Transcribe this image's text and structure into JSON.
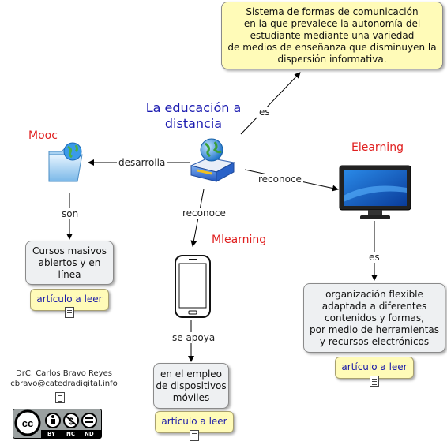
{
  "central": {
    "title": "La educación a\ndistancia"
  },
  "definition": {
    "text": "Sistema de formas de comunicación\nen la que prevalece la autonomía del\nestudiante mediante una variedad\nde medios de enseñanza que disminuyen la\ndispersión informativa."
  },
  "links": {
    "es_top": "es",
    "desarrolla": "desarrolla",
    "reconoce_right": "reconoce",
    "reconoce_down": "reconoce",
    "son": "son",
    "se_apoya": "se apoya",
    "es_elearning": "es"
  },
  "mooc": {
    "title": "Mooc",
    "box": "Cursos masivos\nabiertos y en\nlínea",
    "button": "artículo a leer"
  },
  "mlearning": {
    "title": "Mlearning",
    "box": "en el empleo\nde dispositivos\nmóviles",
    "button": "artículo a leer"
  },
  "elearning": {
    "title": "Elearning",
    "box": "organización flexible\nadaptada a diferentes\ncontenidos y formas,\npor medio de herramientas\ny recursos electrónicos",
    "button": "artículo a leer"
  },
  "credits": {
    "author": "DrC. Carlos Bravo Reyes",
    "email": "cbravo@catedradigital.info"
  },
  "license": {
    "badges": [
      "BY",
      "NC",
      "ND"
    ]
  },
  "colors": {
    "red_title": "#e02020",
    "blue_title": "#1a1ab0",
    "note_yellow": "#fffbb8",
    "node_gray": "#eef0f2"
  }
}
